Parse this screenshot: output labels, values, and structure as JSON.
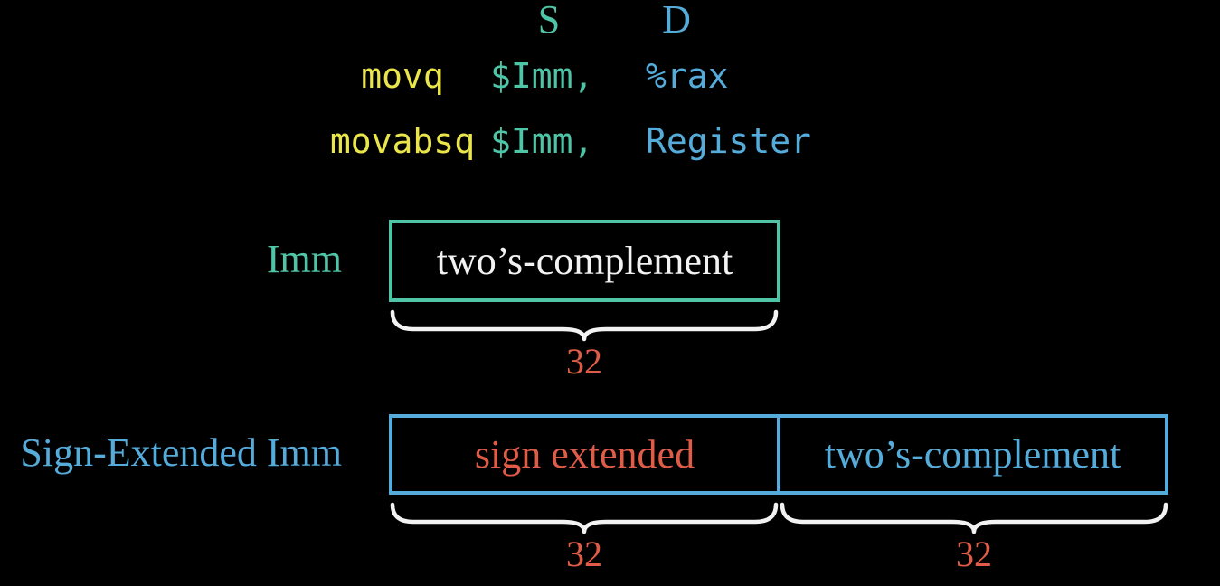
{
  "colors": {
    "background": "#000000",
    "teal": "#4FC4A6",
    "blue": "#55ACDB",
    "yellow": "#E9E54B",
    "salmon": "#E15C47",
    "white": "#F2F2F2"
  },
  "header": {
    "source_label": "S",
    "dest_label": "D"
  },
  "instructions": [
    {
      "mnemonic": "movq",
      "source": "$Imm,",
      "destination": "%rax"
    },
    {
      "mnemonic": "movabsq",
      "source": "$Imm,",
      "destination": "Register"
    }
  ],
  "imm_diagram": {
    "label": "Imm",
    "field": "two’s-complement",
    "width_bits": "32"
  },
  "sign_extended_diagram": {
    "label": "Sign-Extended Imm",
    "fields": [
      {
        "text": "sign extended",
        "width_bits": "32"
      },
      {
        "text": "two’s-complement",
        "width_bits": "32"
      }
    ]
  }
}
